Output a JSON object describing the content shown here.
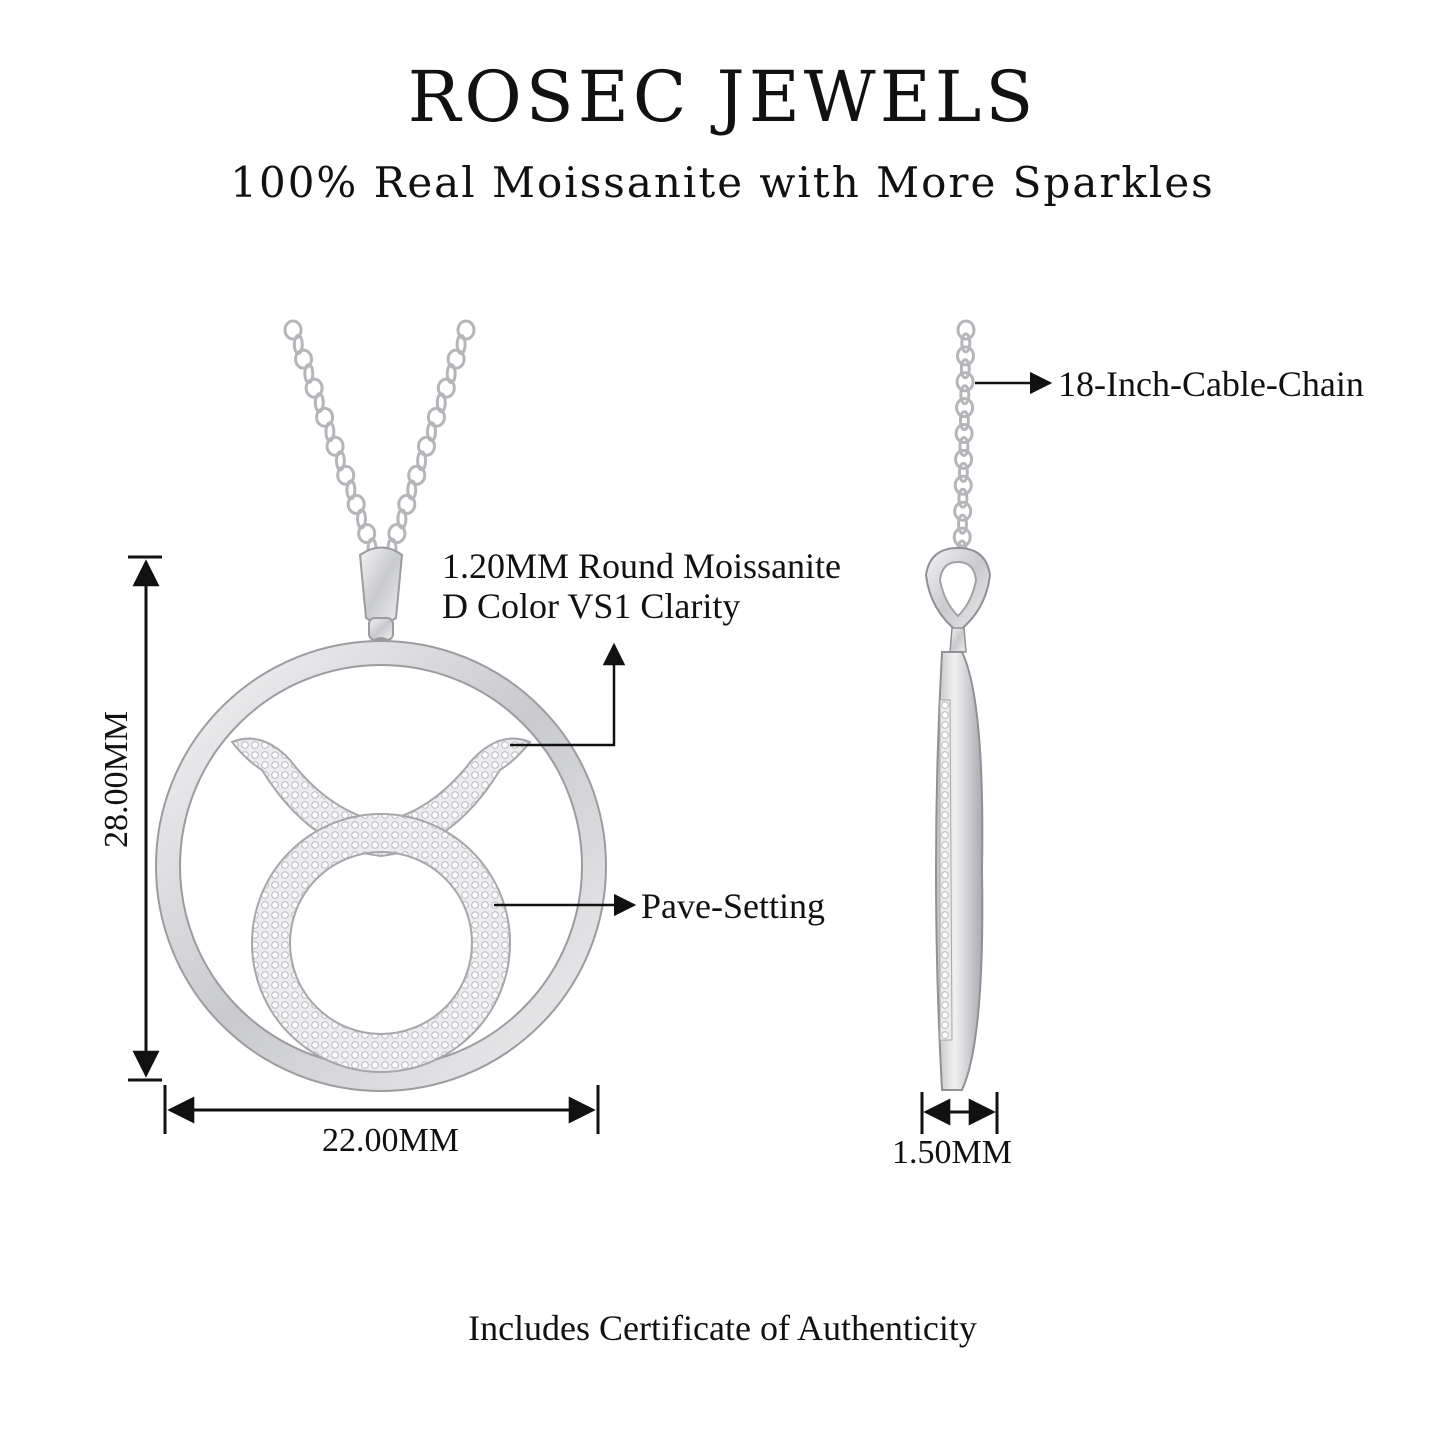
{
  "header": {
    "brand": "ROSEC JEWELS",
    "tagline": "100% Real Moissanite with More Sparkles"
  },
  "annotations": {
    "stone_line1": "1.20MM Round Moissanite",
    "stone_line2": "D Color VS1 Clarity",
    "setting": "Pave-Setting",
    "chain": "18-Inch-Cable-Chain"
  },
  "dimensions": {
    "height": "28.00MM",
    "width": "22.00MM",
    "thickness": "1.50MM"
  },
  "footer": {
    "certificate": "Includes Certificate of Authenticity"
  },
  "colors": {
    "metal": "#d9dadc",
    "metal_dark": "#9a9ca0",
    "ink": "#111111"
  }
}
